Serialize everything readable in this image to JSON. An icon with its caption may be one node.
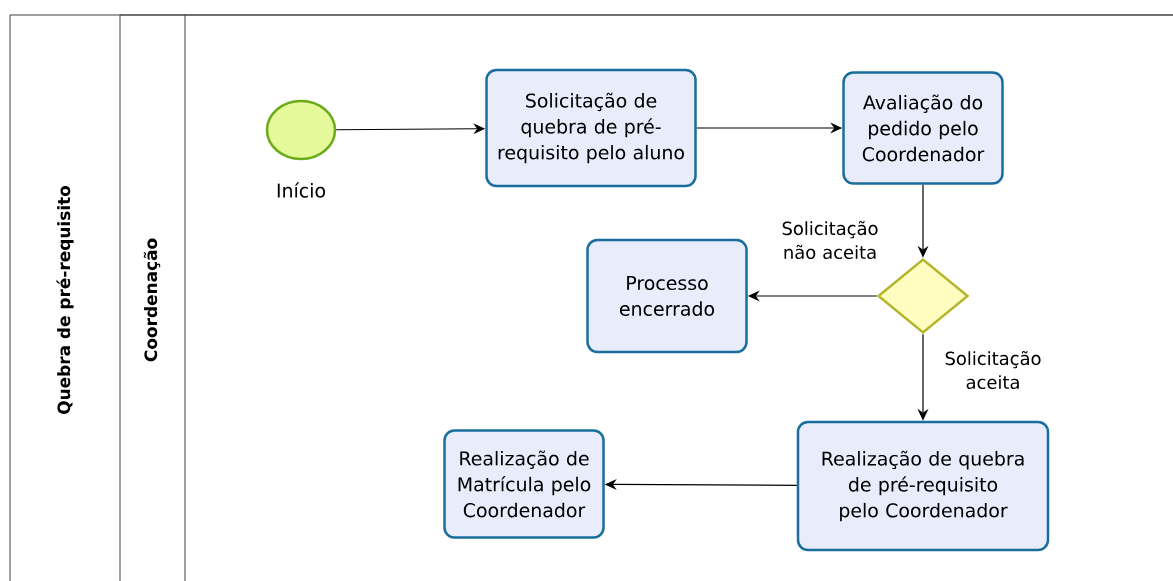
{
  "diagram": {
    "nodes": [
      {
        "text": [
          "Quebra de pré-requisito"
        ]
      },
      {
        "text": [
          "Coordenação"
        ],
        "in": 0
      },
      {
        "text": [],
        "shape": "circle",
        "beside": [
          "Início"
        ],
        "in": 1
      },
      {
        "text": [
          "Solicitação de quebra de pré-requisito pelo aluno"
        ],
        "in": 1
      },
      {
        "text": [
          "Avaliação do pedido pelo Coordenador"
        ],
        "in": 1
      },
      {
        "text": [],
        "shape": "diamond",
        "in": 1
      },
      {
        "text": [
          "Processo encerrado"
        ],
        "in": 1
      },
      {
        "text": [
          "Realização de quebra de pré-requisito pelo Coordenador"
        ],
        "in": 1
      },
      {
        "text": [
          "Realização de Matrícula pelo Coordenador"
        ],
        "in": 1
      }
    ],
    "edges": [
      {
        "from": 2,
        "to": 3,
        "arrow": "to"
      },
      {
        "from": 3,
        "to": 4,
        "arrow": "to"
      },
      {
        "from": 4,
        "to": 5,
        "arrow": "to"
      },
      {
        "from": 5,
        "to": 6,
        "arrow": "to",
        "label": "Solicitação não aceita"
      },
      {
        "from": 5,
        "to": 7,
        "arrow": "to",
        "label": "Solicitação aceita"
      },
      {
        "from": 7,
        "to": 8,
        "arrow": "to"
      }
    ]
  }
}
